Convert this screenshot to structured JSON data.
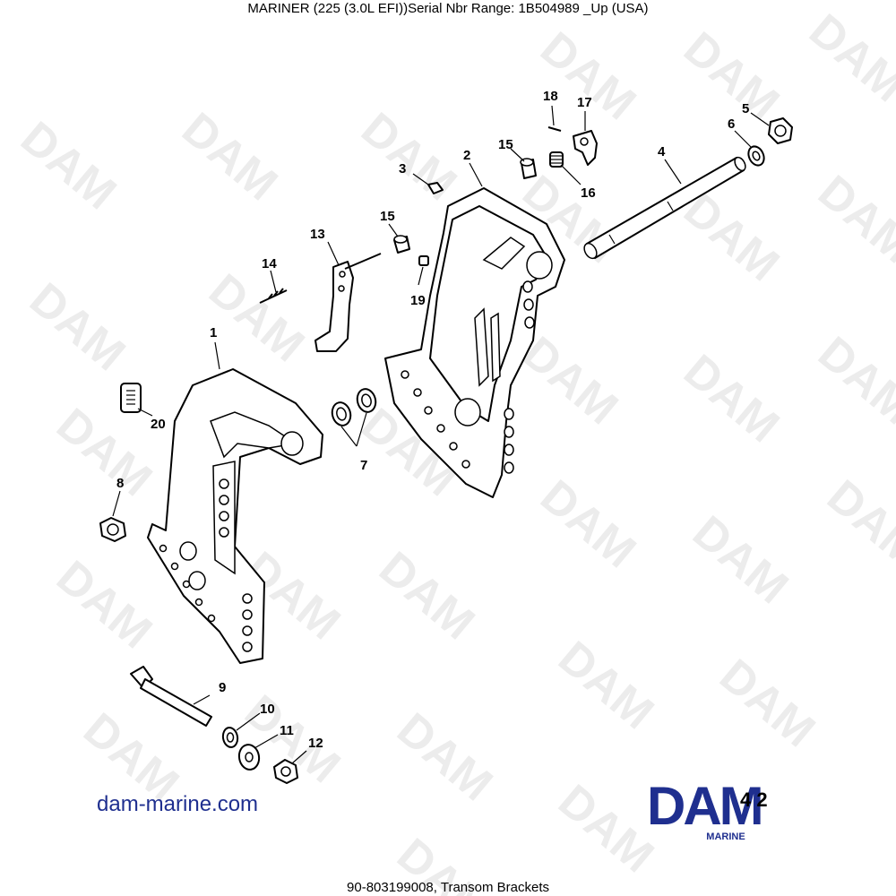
{
  "header": {
    "title": "MARINER (225 (3.0L EFI))Serial Nbr Range: 1B504989 _Up (USA)"
  },
  "watermark": {
    "text": "DAM"
  },
  "callouts": {
    "c1": "1",
    "c2": "2",
    "c3": "3",
    "c4": "4",
    "c5": "5",
    "c6": "6",
    "c7": "7",
    "c8": "8",
    "c9": "9",
    "c10": "10",
    "c11": "11",
    "c12": "12",
    "c13": "13",
    "c14": "14",
    "c15a": "15",
    "c15b": "15",
    "c16": "16",
    "c17": "17",
    "c18": "18",
    "c19": "19",
    "c20": "20"
  },
  "website": "dam-marine.com",
  "brand": {
    "logo_text": "DAM",
    "subtitle": "MARINE",
    "overlay_text": "4 2",
    "color": "#1f2f8f"
  },
  "footer": {
    "caption": "90-803199008, Transom Brackets"
  }
}
